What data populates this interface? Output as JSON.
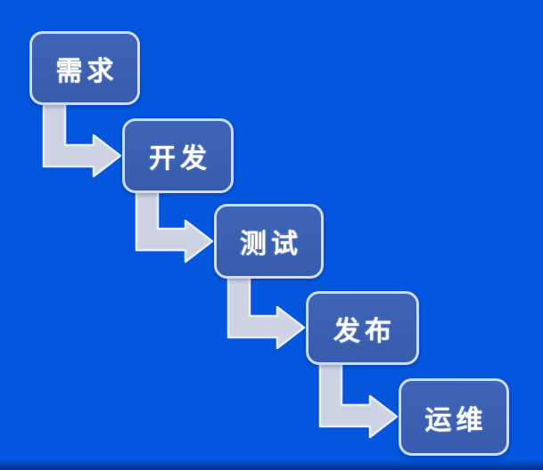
{
  "diagram": {
    "steps": [
      {
        "label": "需求"
      },
      {
        "label": "开发"
      },
      {
        "label": "测试"
      },
      {
        "label": "发布"
      },
      {
        "label": "运维"
      }
    ]
  },
  "colors": {
    "background": "#0356DD",
    "box_fill": "#3E64B7",
    "box_border": "#CFDAF0",
    "arrow_fill": "#CDD3E3",
    "arrow_stroke": "#E9EDF7",
    "text": "#FFFFFF"
  }
}
